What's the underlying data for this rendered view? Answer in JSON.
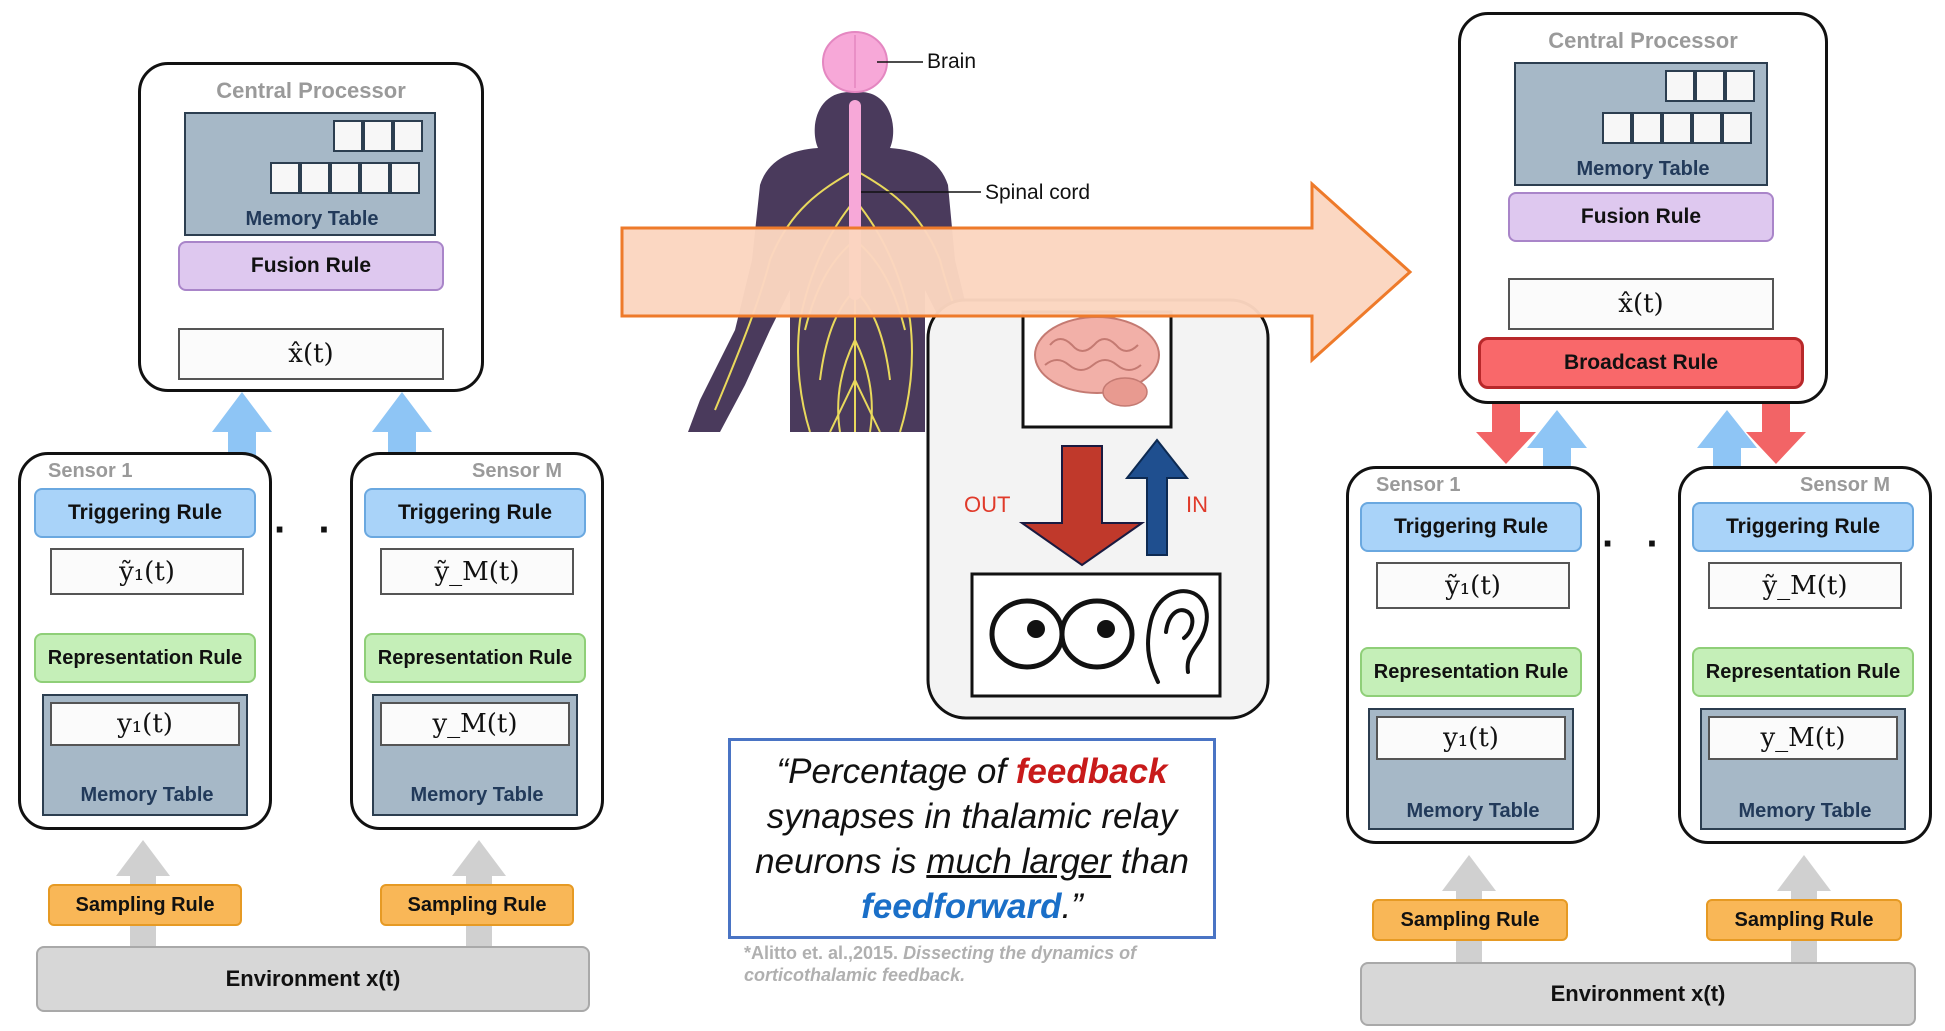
{
  "left": {
    "central_title": "Central Processor",
    "memory_label": "Memory Table",
    "fusion_label": "Fusion Rule",
    "xhat_label": "x̂(t)",
    "sensor1": {
      "title": "Sensor 1",
      "trigger": "Triggering Rule",
      "ytilde": "ỹ₁(t)",
      "repr": "Representation Rule",
      "y": "y₁(t)",
      "memory": "Memory Table",
      "sampling": "Sampling Rule"
    },
    "sensorM": {
      "title": "Sensor M",
      "trigger": "Triggering Rule",
      "ytilde": "ỹ_M(t)",
      "repr": "Representation Rule",
      "y": "y_M(t)",
      "memory": "Memory Table",
      "sampling": "Sampling Rule"
    },
    "dots": "· · ·",
    "environment": "Environment x(t)"
  },
  "middle": {
    "brain_label": "Brain",
    "spinal_label": "Spinal cord",
    "out_label": "OUT",
    "in_label": "IN",
    "quote": {
      "open": "“Percentage of ",
      "feedback": "feedback",
      "mid1": " synapses in thalamic relay neurons is ",
      "underlined": "much larger",
      "mid2": " than ",
      "feedforward": "feedforward",
      "close": ".”"
    },
    "citation": {
      "authors": "*Alitto et. al.,2015. ",
      "title": "Dissecting the dynamics of corticothalamic feedback."
    }
  },
  "right": {
    "central_title": "Central Processor",
    "memory_label": "Memory Table",
    "fusion_label": "Fusion Rule",
    "xhat_label": "x̂(t)",
    "broadcast_label": "Broadcast Rule",
    "sensor1": {
      "title": "Sensor 1",
      "trigger": "Triggering Rule",
      "ytilde": "ỹ₁(t)",
      "repr": "Representation Rule",
      "y": "y₁(t)",
      "memory": "Memory Table",
      "sampling": "Sampling Rule"
    },
    "sensorM": {
      "title": "Sensor M",
      "trigger": "Triggering Rule",
      "ytilde": "ỹ_M(t)",
      "repr": "Representation Rule",
      "y": "y_M(t)",
      "memory": "Memory Table",
      "sampling": "Sampling Rule"
    },
    "dots": "· · ·",
    "environment": "Environment x(t)"
  },
  "colors": {
    "trigger": "#a9d3f9",
    "representation": "#c5efb8",
    "sampling": "#f9b757",
    "fusion": "#dec8ef",
    "broadcast": "#f9686a",
    "memory": "#a6b8c7",
    "arrow_up": "#8ec5f5",
    "arrow_down": "#f26466",
    "big_arrow": "#fbd6c0",
    "out_arrow": "#c0392b",
    "in_arrow": "#1f4f8f",
    "body": "#4a3a5c",
    "nerves": "#f2e25c"
  },
  "icons": [
    "brain-icon",
    "eye-icon",
    "ear-icon",
    "human-body-illustration"
  ]
}
